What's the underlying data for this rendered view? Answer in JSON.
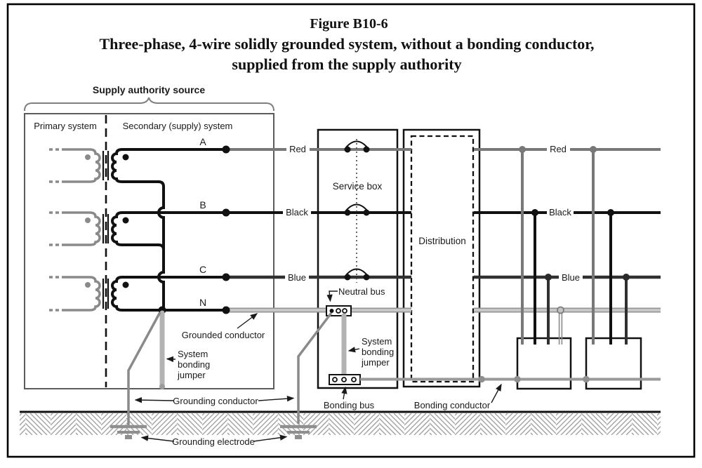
{
  "title": {
    "line1": "Figure B10-6",
    "line2": "Three-phase, 4-wire solidly grounded system, without a bonding conductor,",
    "line3": "supplied from the supply authority"
  },
  "source": {
    "brace_label": "Supply authority source",
    "primary_label": "Primary system",
    "secondary_label": "Secondary (supply) system"
  },
  "phases": {
    "a": "A",
    "b": "B",
    "c": "C",
    "n": "N"
  },
  "conductor_labels": {
    "red": "Red",
    "black": "Black",
    "blue": "Blue"
  },
  "boxes": {
    "service": "Service box",
    "distribution": "Distribution"
  },
  "buses": {
    "neutral": "Neutral bus",
    "bonding": "Bonding bus"
  },
  "annotations": {
    "grounded_conductor": "Grounded conductor",
    "system_bonding_jumper": {
      "line1": "System",
      "line2": "bonding",
      "line3": "jumper"
    },
    "grounding_conductor": "Grounding conductor",
    "grounding_electrode": "Grounding electrode",
    "bonding_conductor": "Bonding conductor"
  },
  "colors": {
    "red_phase": "#787878",
    "black_phase": "#111111",
    "blue_phase": "#303030",
    "neutral": "#c9c9c9",
    "ground_wire": "#8a8a8a",
    "system_bonding_jumper": "#b3b3b3",
    "bonding_conductor": "#9a9a9a",
    "earth_hatch": "#9e9e9e"
  }
}
